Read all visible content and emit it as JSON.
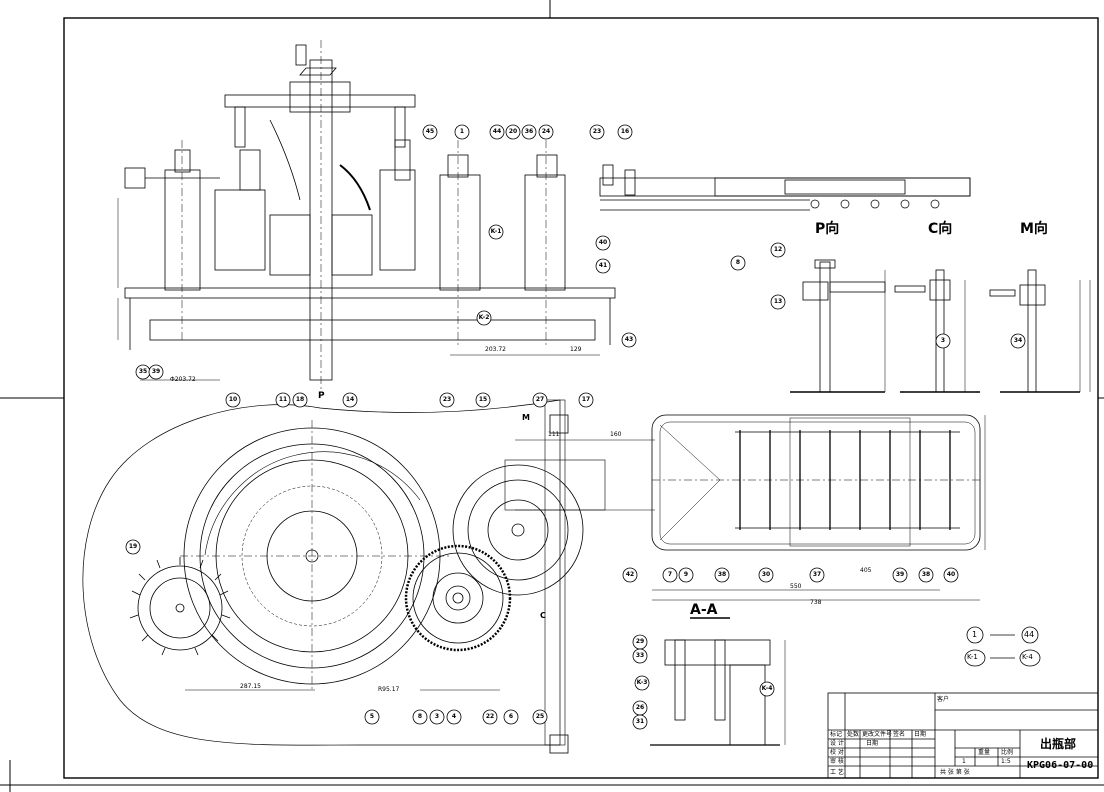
{
  "views": {
    "p_view": "P向",
    "c_view": "C向",
    "m_view": "M向",
    "section": "A-A"
  },
  "view_arrows": {
    "p": "P",
    "m": "M",
    "c": "C"
  },
  "legend": {
    "range_start": "1",
    "range_end": "44",
    "sub_start": "K-1",
    "sub_end": "K-4"
  },
  "balloons_top": [
    "45",
    "1",
    "44",
    "20",
    "36",
    "24",
    "23",
    "16",
    "K-1",
    "K-2",
    "40",
    "41",
    "43",
    "8",
    "35",
    "39"
  ],
  "balloons_plan": [
    "10",
    "11",
    "18",
    "14",
    "23",
    "15",
    "27",
    "17",
    "19",
    "42",
    "7",
    "9",
    "38",
    "30",
    "37",
    "39",
    "38",
    "40",
    "5",
    "8",
    "3",
    "4",
    "22",
    "6",
    "25"
  ],
  "balloons_side": [
    "12",
    "13",
    "3",
    "34",
    "29",
    "33",
    "K-3",
    "K-4",
    "26",
    "31"
  ],
  "dimensions": {
    "d1": "203.72",
    "d2": "129",
    "d3": "Φ203.72",
    "d4": "287.15",
    "d5": "550",
    "d6": "738",
    "d7": "405",
    "d8": "111",
    "d9": "160",
    "d10": "R95.17"
  },
  "title_block": {
    "drawing_title": "出瓶部",
    "drawing_number": "KPG06-07-00",
    "scale": "1:5",
    "quantity": "1",
    "rows": [
      "设 计",
      "校 对",
      "审 核",
      "工 艺"
    ],
    "header_labels": [
      "标记",
      "处数",
      "更改文件号",
      "签名",
      "日期"
    ],
    "date_label": "日期",
    "weight_label": "重量",
    "scale_label": "比例",
    "sheet_label": "共   张  第   张",
    "customer_label": "客户"
  }
}
